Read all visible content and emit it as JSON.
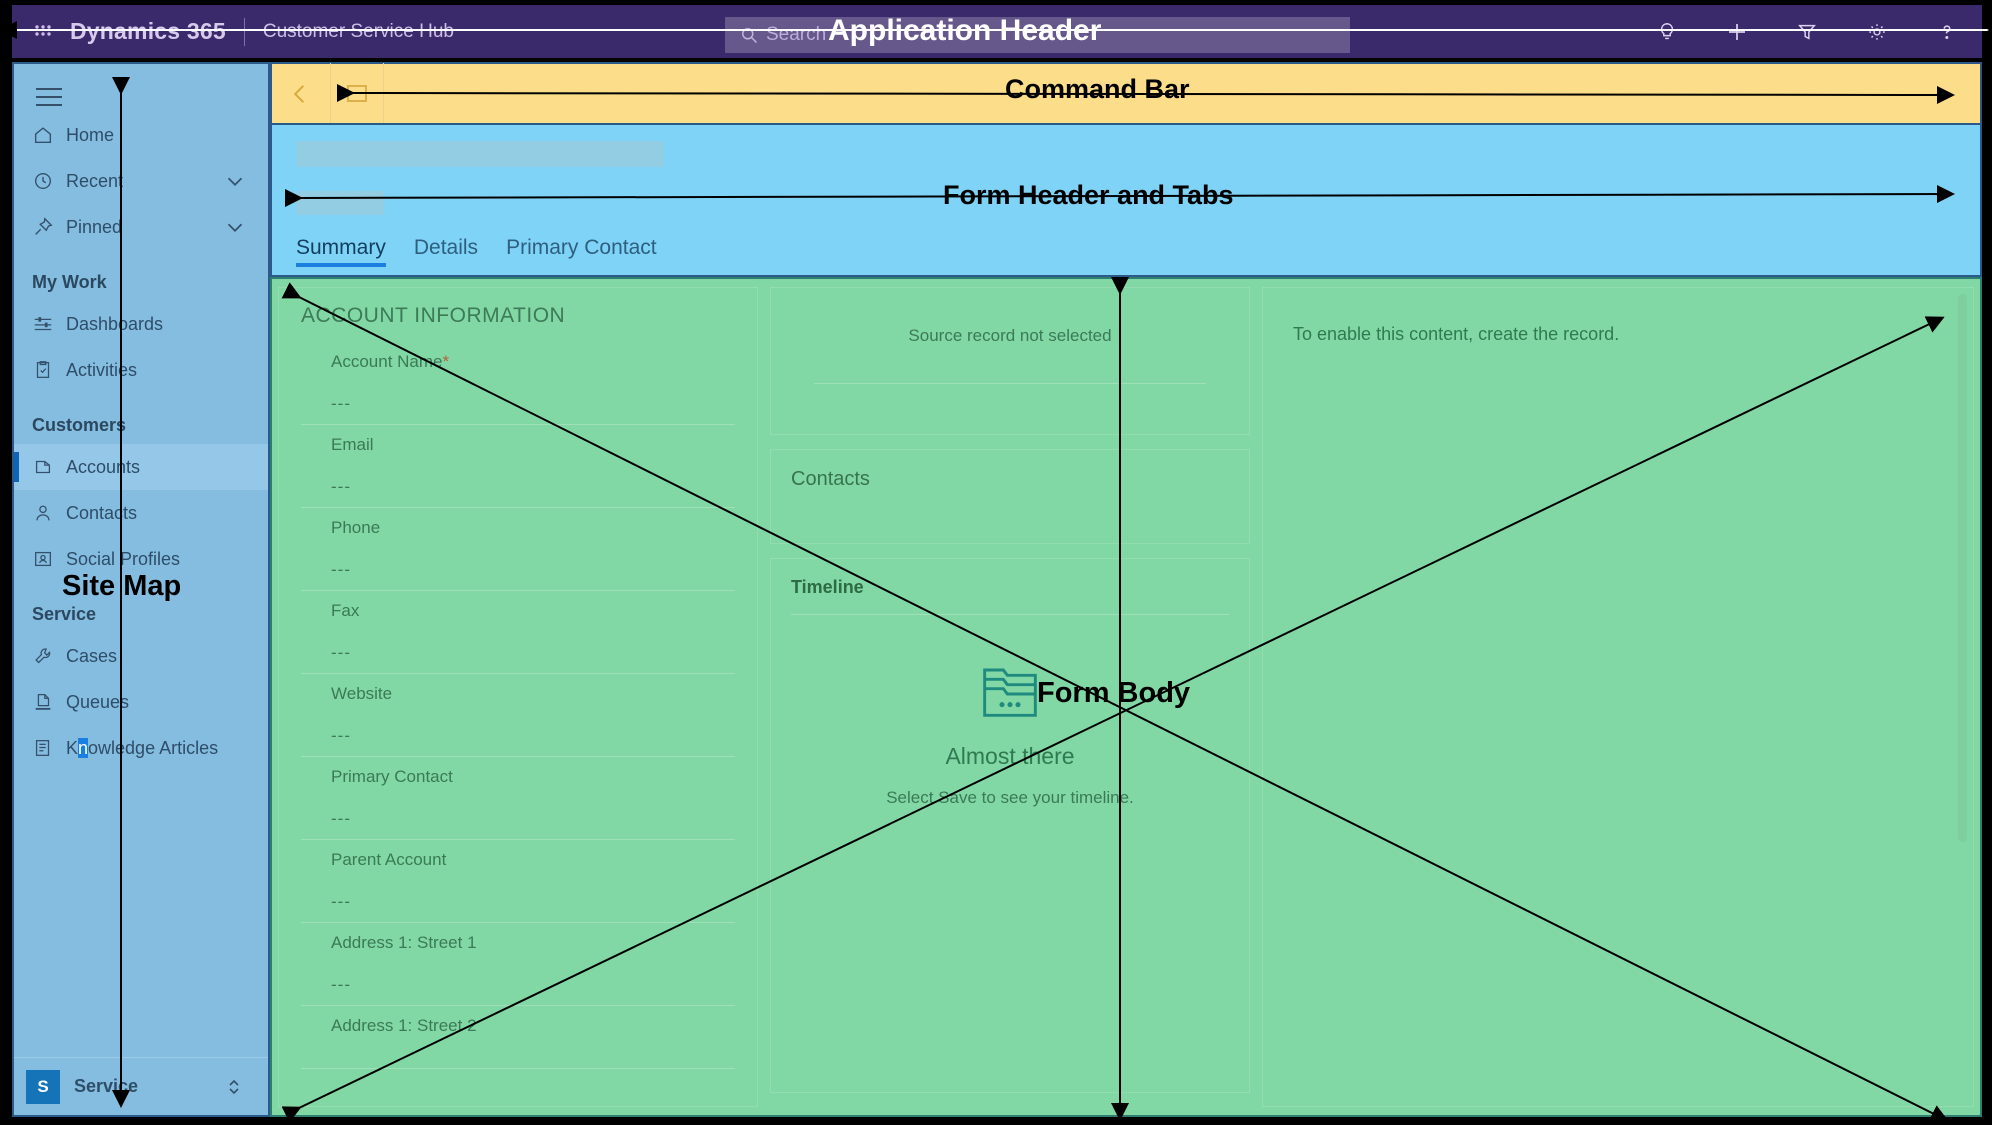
{
  "app_header": {
    "waffle_icon": "waffle-grid-icon",
    "brand": "Dynamics 365",
    "app_name": "Customer Service Hub",
    "search": {
      "icon": "search-icon",
      "placeholder": "Search",
      "value": ""
    },
    "icons": [
      {
        "name": "lightbulb-icon",
        "glyph": "lightbulb"
      },
      {
        "name": "plus-icon",
        "glyph": "plus"
      },
      {
        "name": "filter-icon",
        "glyph": "funnel"
      },
      {
        "name": "gear-icon",
        "glyph": "gear"
      },
      {
        "name": "help-icon",
        "glyph": "question"
      }
    ]
  },
  "sidebar": {
    "menu_icon": "hamburger-icon",
    "items": [
      {
        "label": "Home",
        "icon": "home-icon",
        "chevron": false,
        "active": false
      },
      {
        "label": "Recent",
        "icon": "clock-icon",
        "chevron": true,
        "active": false
      },
      {
        "label": "Pinned",
        "icon": "pin-icon",
        "chevron": true,
        "active": false
      }
    ],
    "groups": [
      {
        "title": "My Work",
        "items": [
          {
            "label": "Dashboards",
            "icon": "dashboard-icon",
            "active": false
          },
          {
            "label": "Activities",
            "icon": "activities-icon",
            "active": false
          }
        ]
      },
      {
        "title": "Customers",
        "items": [
          {
            "label": "Accounts",
            "icon": "accounts-icon",
            "active": true
          },
          {
            "label": "Contacts",
            "icon": "contact-person-icon",
            "active": false
          },
          {
            "label": "Social Profiles",
            "icon": "social-profile-icon",
            "active": false
          }
        ]
      },
      {
        "title": "Service",
        "items": [
          {
            "label": "Cases",
            "icon": "wrench-icon",
            "active": false
          },
          {
            "label": "Queues",
            "icon": "queue-icon",
            "active": false
          },
          {
            "label": "Knowledge Articles",
            "icon": "article-icon",
            "active": false,
            "selection_prefix": "K",
            "selection_char": "n",
            "selection_suffix": "owledge Articles"
          }
        ]
      }
    ],
    "footer": {
      "avatar_initial": "S",
      "label": "Service",
      "chevron_icon": "up-down-chevron-icon"
    }
  },
  "command_bar": {
    "back_icon": "back-arrow-icon",
    "placeholder_button_icon": "blank-button-icon"
  },
  "form_header": {
    "tabs": [
      {
        "label": "Summary",
        "active": true
      },
      {
        "label": "Details",
        "active": false
      },
      {
        "label": "Primary Contact",
        "active": false
      }
    ]
  },
  "form_body": {
    "left_column": {
      "section_title": "ACCOUNT INFORMATION",
      "fields": [
        {
          "label": "Account Name",
          "required": true,
          "value": "---"
        },
        {
          "label": "Email",
          "required": false,
          "value": "---"
        },
        {
          "label": "Phone",
          "required": false,
          "value": "---"
        },
        {
          "label": "Fax",
          "required": false,
          "value": "---"
        },
        {
          "label": "Website",
          "required": false,
          "value": "---"
        },
        {
          "label": "Primary Contact",
          "required": false,
          "value": "---"
        },
        {
          "label": "Parent Account",
          "required": false,
          "value": "---"
        },
        {
          "label": "Address 1: Street 1",
          "required": false,
          "value": "---"
        },
        {
          "label": "Address 1: Street 2",
          "required": false,
          "value": ""
        }
      ]
    },
    "middle_column": {
      "source_card": {
        "text": "Source record not selected"
      },
      "contacts_card": {
        "title": "Contacts"
      },
      "timeline_card": {
        "title": "Timeline",
        "empty_icon": "folder-ellipsis-icon",
        "empty_title": "Almost there",
        "empty_subtitle": "Select Save to see your timeline."
      }
    },
    "right_column": {
      "text": "To enable this content, create the record.",
      "rail_icons": [
        {
          "name": "contact-card-icon",
          "active": true
        },
        {
          "name": "folder-icon",
          "active": false
        },
        {
          "name": "wrench-icon",
          "active": false
        },
        {
          "name": "document-icon",
          "active": false
        }
      ],
      "scrollbar": "vertical-scrollbar"
    }
  },
  "annotations": [
    {
      "id": "application-header",
      "label": "Application Header"
    },
    {
      "id": "command-bar",
      "label": "Command Bar"
    },
    {
      "id": "form-header-tabs",
      "label": "Form Header and Tabs"
    },
    {
      "id": "site-map",
      "label": "Site Map"
    },
    {
      "id": "form-body",
      "label": "Form Body"
    }
  ],
  "colors": {
    "app_header": "#3b2a6b",
    "site_map": "#85bde0",
    "command_bar": "#fcdd8a",
    "form_header": "#7ed3f7",
    "form_body": "#82d8a4",
    "accent": "#1a7fe0"
  }
}
